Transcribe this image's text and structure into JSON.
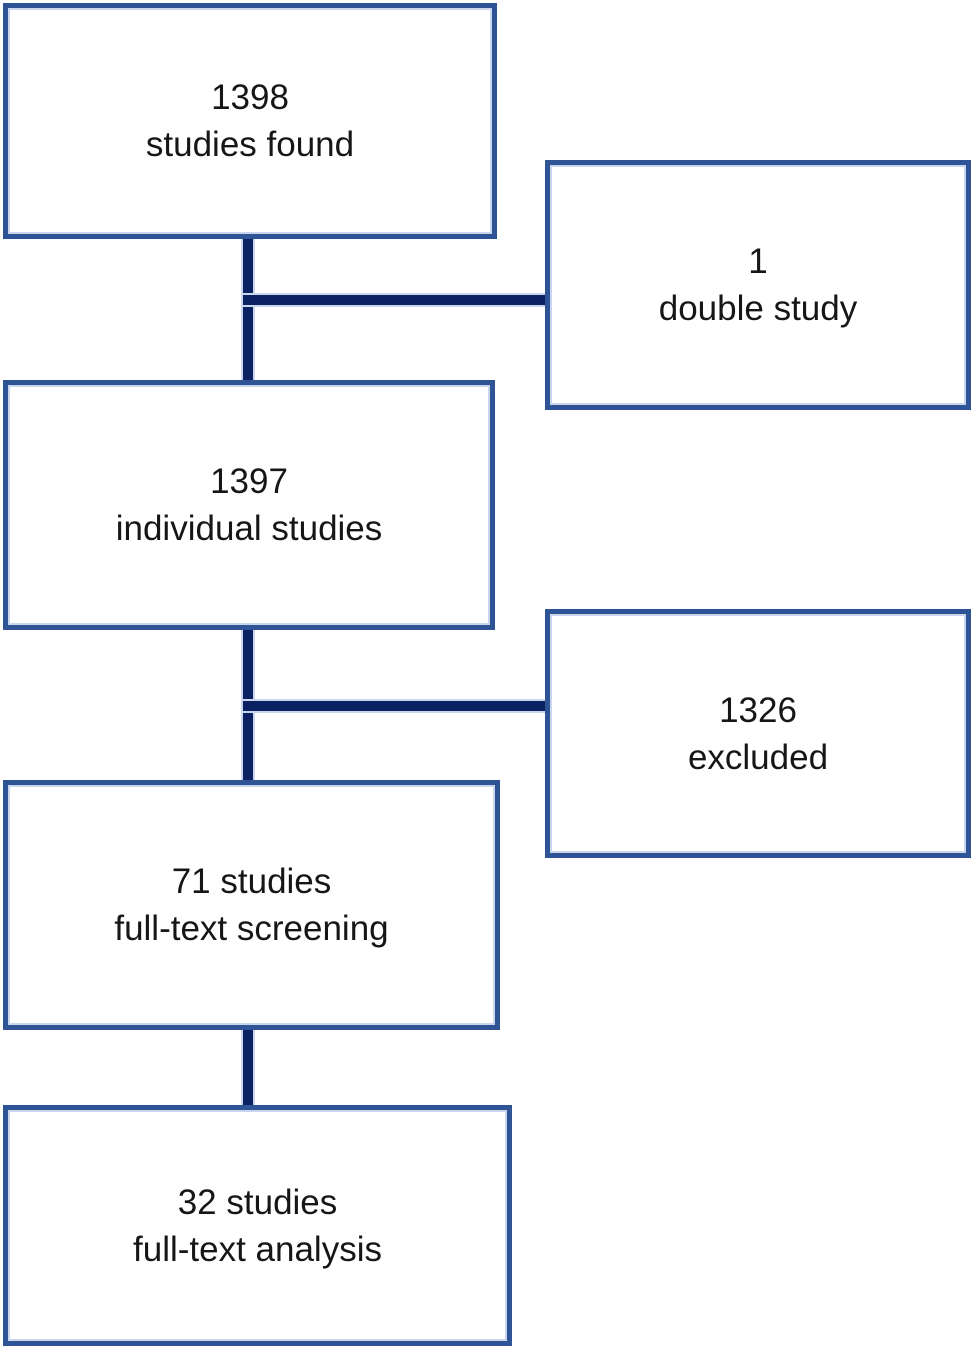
{
  "flowchart": {
    "description": "Study selection flow diagram",
    "colors": {
      "box_border": "#2F5496",
      "box_inner_edge": "#C9D6EE",
      "connector": "#0B2161",
      "text": "#161616",
      "background": "#FFFFFF"
    },
    "boxes": [
      {
        "id": "found",
        "line1": "1398",
        "line2": "studies found"
      },
      {
        "id": "double",
        "line1": "1",
        "line2": "double study"
      },
      {
        "id": "individual",
        "line1": "1397",
        "line2": "individual studies"
      },
      {
        "id": "excluded",
        "line1": "1326",
        "line2": "excluded"
      },
      {
        "id": "screening",
        "line1": "71 studies",
        "line2": "full-text screening"
      },
      {
        "id": "analysis",
        "line1": "32 studies",
        "line2": "full-text analysis"
      }
    ],
    "connectors": [
      {
        "id": "vert-a",
        "from": "found",
        "to": "individual",
        "type": "vertical"
      },
      {
        "id": "horiz-a",
        "from": "vert-a",
        "to": "double",
        "type": "horizontal-branch"
      },
      {
        "id": "vert-b",
        "from": "individual",
        "to": "screening",
        "type": "vertical"
      },
      {
        "id": "horiz-b",
        "from": "vert-b",
        "to": "excluded",
        "type": "horizontal-branch"
      },
      {
        "id": "vert-c",
        "from": "screening",
        "to": "analysis",
        "type": "vertical"
      }
    ]
  }
}
